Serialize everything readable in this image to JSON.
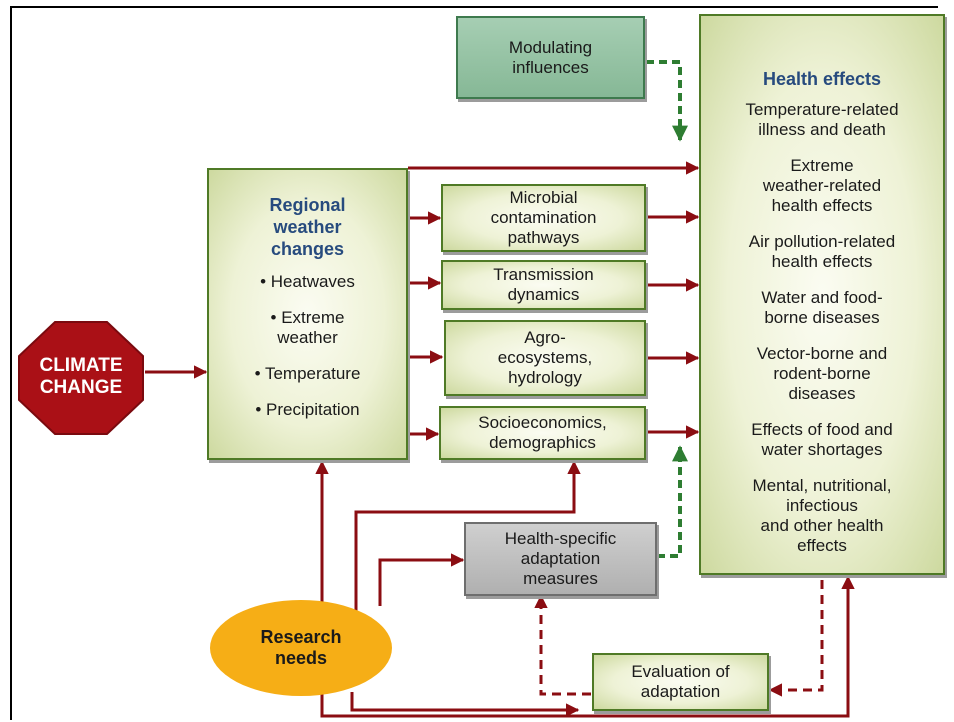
{
  "diagram": {
    "climate_change": "CLIMATE\nCHANGE",
    "regional": {
      "title": "Regional\nweather\nchanges",
      "items": [
        "• Heatwaves",
        "• Extreme\nweather",
        "• Temperature",
        "• Precipitation"
      ]
    },
    "modulating": "Modulating\ninfluences",
    "microbial": "Microbial\ncontamination\npathways",
    "transmission": "Transmission\ndynamics",
    "agro": "Agro-\necosystems,\nhydrology",
    "socio": "Socioeconomics,\ndemographics",
    "adaptation": "Health-specific\nadaptation\nmeasures",
    "evaluation": "Evaluation of\nadaptation",
    "research": "Research\nneeds",
    "health": {
      "title": "Health effects",
      "items": [
        "Temperature-related\nillness and death",
        "Extreme\nweather-related\nhealth effects",
        "Air pollution-related\nhealth effects",
        "Water and food-\nborne diseases",
        "Vector-borne and\nrodent-borne\ndiseases",
        "Effects of food and\nwater shortages",
        "Mental, nutritional,\ninfectious\nand other health\neffects"
      ]
    }
  },
  "colors": {
    "box_border": "#4f7a26",
    "box_fill": "#eef2d6",
    "arrow_red": "#8b0d12",
    "arrow_green": "#2e7d32",
    "octagon": "#aa1016",
    "oval": "#f6ae16",
    "heading_blue": "#274b7e",
    "modulating_fill": "#99c4a6",
    "adaptation_fill": "#bdbdbd"
  }
}
